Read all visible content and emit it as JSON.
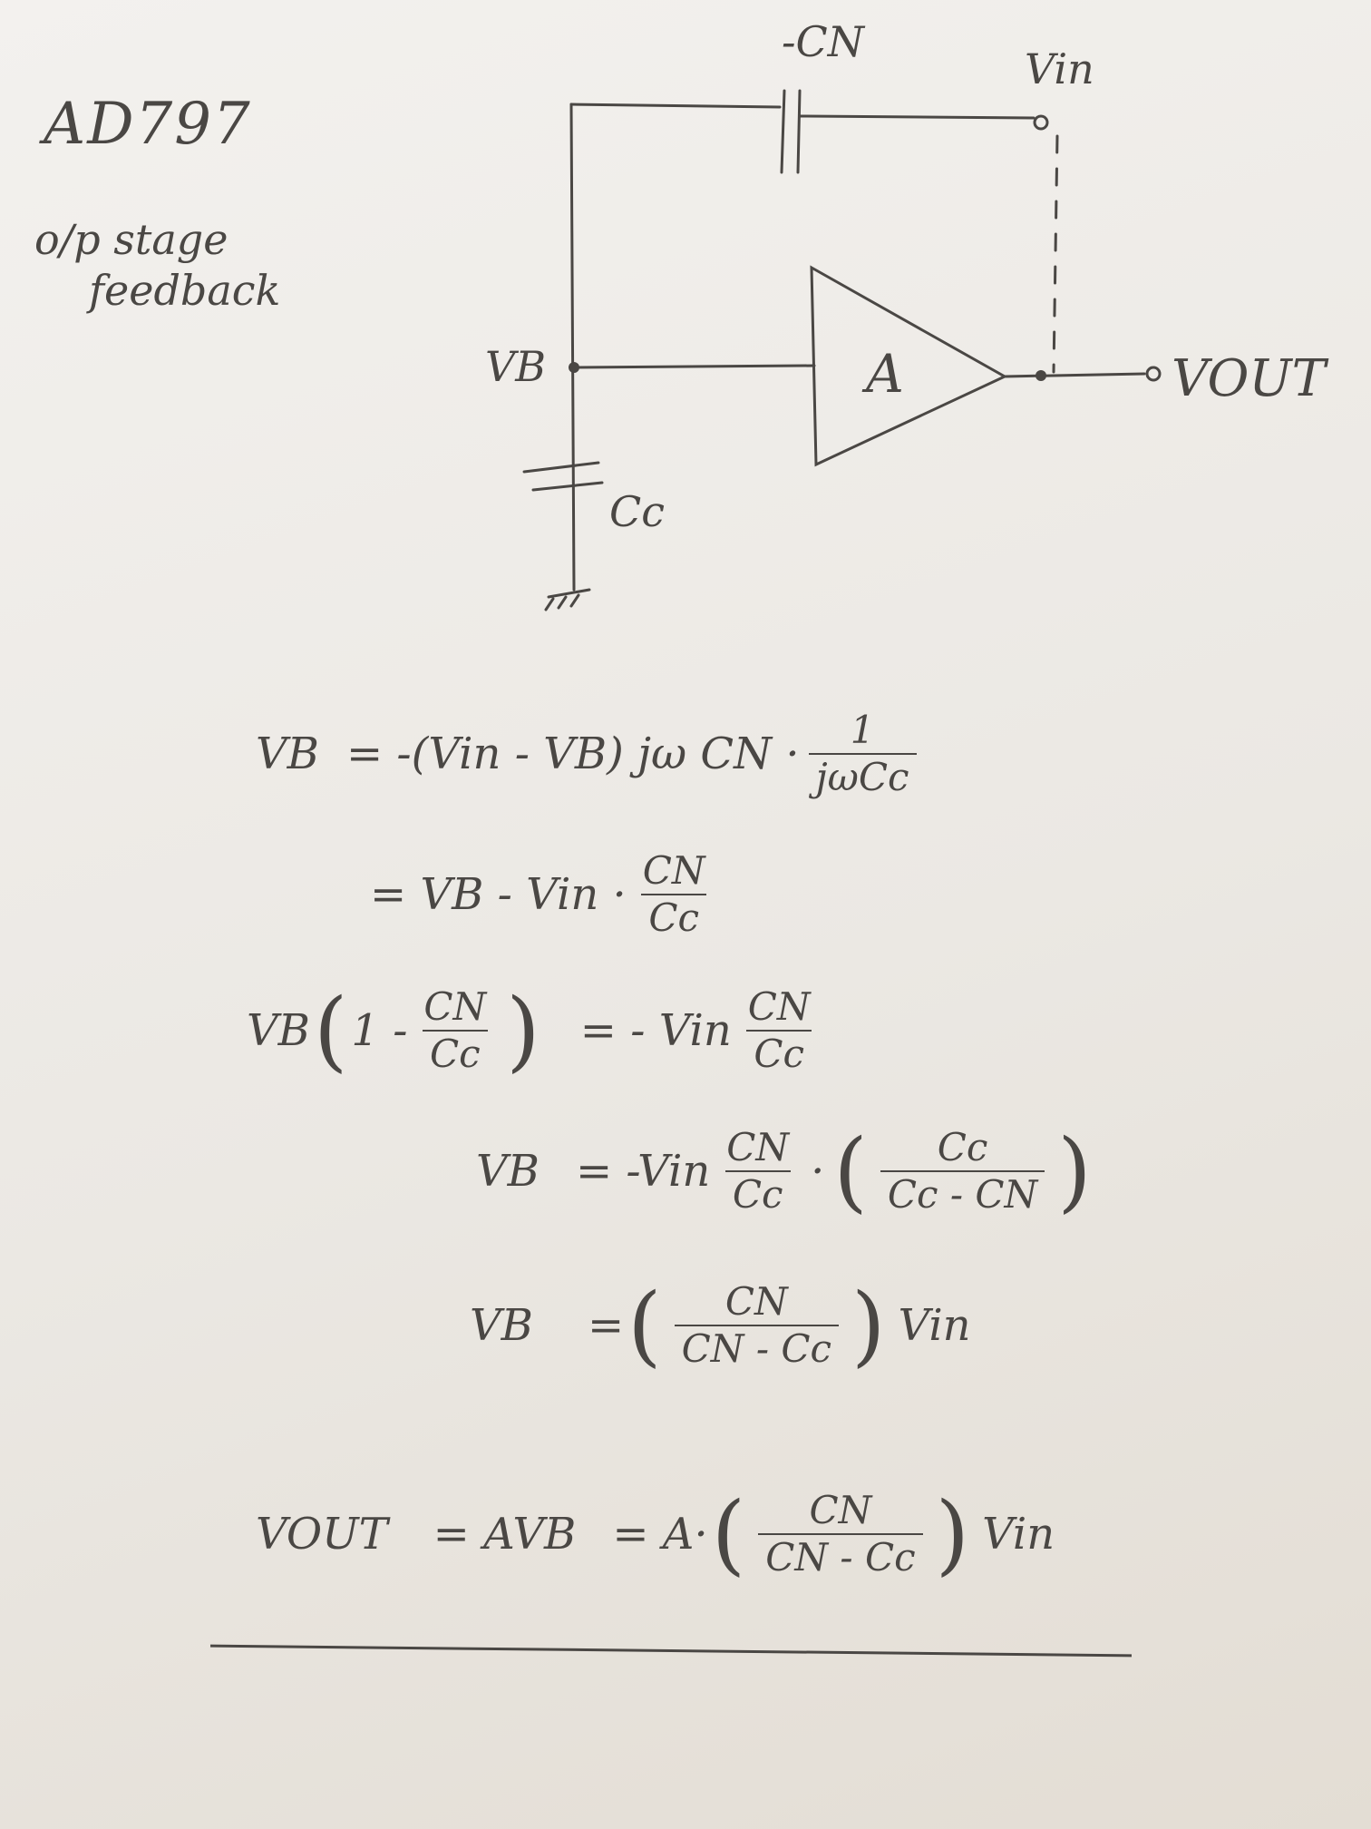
{
  "title": "AD797",
  "subtitle_lines": [
    "o/p stage",
    "feedback"
  ],
  "circuit": {
    "cap_n_label": "-CN",
    "vin_label": "Vin",
    "vb_label": "VB",
    "amp_label": "A",
    "vout_label": "VOUT",
    "cap_c_label": "Cc"
  },
  "equations": {
    "eq1": {
      "lhs": "VB",
      "rhs": "= -(Vin - VB) jω CN ·",
      "frac_num": "1",
      "frac_den": "jωCc"
    },
    "eq2": {
      "rhs": "= VB - Vin ·",
      "frac_num": "CN",
      "frac_den": "Cc"
    },
    "eq3": {
      "lhs_a": "VB",
      "lhs_one": "1 -",
      "frac1_num": "CN",
      "frac1_den": "Cc",
      "rhs": "= - Vin",
      "frac2_num": "CN",
      "frac2_den": "Cc"
    },
    "eq4": {
      "lhs": "VB",
      "rhs": "= -Vin",
      "frac1_num": "CN",
      "frac1_den": "Cc",
      "frac2_num": "Cc",
      "frac2_den": "Cc - CN"
    },
    "eq5": {
      "lhs": "VB",
      "eq": "=",
      "frac_num": "CN",
      "frac_den": "CN - Cc",
      "tail": "Vin"
    },
    "eq6": {
      "lhs": "VOUT",
      "mid": "= AVB",
      "eq2": "= A·",
      "frac_num": "CN",
      "frac_den": "CN - Cc",
      "tail": "Vin"
    }
  }
}
